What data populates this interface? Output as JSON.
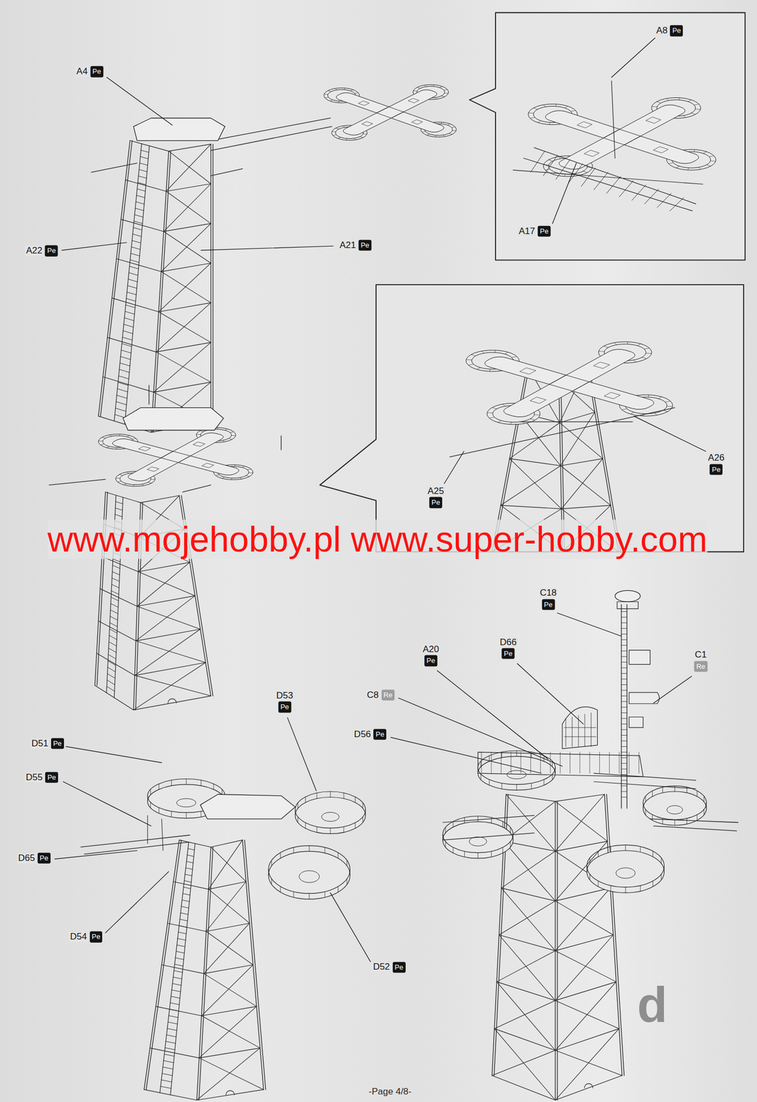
{
  "diagram": {
    "nodes": [
      {
        "text": [
          "A8",
          "Pe"
        ]
      },
      {
        "text": [
          "A4",
          "Pe"
        ]
      },
      {
        "text": [
          "A17",
          "Pe"
        ]
      },
      {
        "text": [
          "A21",
          "Pe"
        ]
      },
      {
        "text": [
          "A22",
          "Pe"
        ]
      },
      {
        "text": [
          "A26",
          "Pe"
        ]
      },
      {
        "text": [
          "A25",
          "Pe"
        ]
      },
      {
        "text": [
          "C18",
          "Pe"
        ]
      },
      {
        "text": [
          "D66",
          "Pe"
        ]
      },
      {
        "text": [
          "A20",
          "Pe"
        ]
      },
      {
        "text": [
          "C1",
          "Re"
        ]
      },
      {
        "text": [
          "D53",
          "Pe"
        ]
      },
      {
        "text": [
          "C8",
          "Re"
        ]
      },
      {
        "text": [
          "D56",
          "Pe"
        ]
      },
      {
        "text": [
          "D51",
          "Pe"
        ]
      },
      {
        "text": [
          "D55",
          "Pe"
        ]
      },
      {
        "text": [
          "D65",
          "Pe"
        ]
      },
      {
        "text": [
          "D54",
          "Pe"
        ]
      },
      {
        "text": [
          "D52",
          "Pe"
        ]
      }
    ],
    "labels": [
      "www.mojehobby.pl www.super-hobby.com",
      "d",
      "-Page 4/8-"
    ]
  }
}
